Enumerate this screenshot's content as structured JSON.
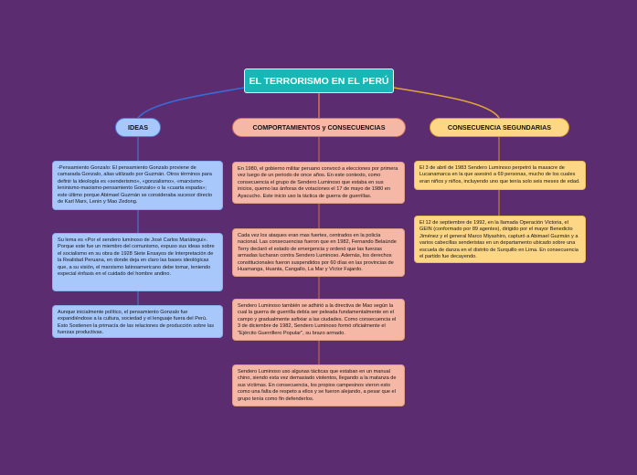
{
  "colors": {
    "background": "#5b2c6f",
    "root": "#18b6b5",
    "ideas": "#a8c8fb",
    "ideas_link": "#3a6bd8",
    "comportamientos": "#f5b7a6",
    "comportamientos_link": "#d0715b",
    "consecuencias": "#fdd786",
    "consecuencias_link": "#e0a53a"
  },
  "root": {
    "title": "EL TERRORISMO EN EL PERÚ"
  },
  "branches": [
    {
      "label": "IDEAS",
      "cards": [
        "-Pensamiento Gonzalo: El pensamiento Gonzalo proviene de camarada Gonzalo, alias utilizado por Guzmán. Otros términos para definir la ideología es «senderismo», «gonzalismo», «marxismo-leninismo-maoismo-pensamiento Gonzalo» o la «cuarta espada»; este último porque Abimael Guzmán se consideraba sucesor directo de Karl Marx, Lenin y Mao Zedong.",
        "Su lema es «Por el sendero luminoso de José Carlos Mariátegui». Porque este fue un miembro del comunismo, expuso sus ideas sobre el socialismo en su obra de 1928 Siete Ensayos de Interpretación de la Realidad Peruana, en donde deja en claro las bases ideológicas que, a su visión, el marxismo latinoamericano debe tomar, teniendo especial énfasis en el cuidado del hombre andino.",
        "Aunque inicialmente político, el pensamiento Gonzalo fue expandiéndose a la cultura, sociedad y el lenguaje fuera del Perú. Esto Sostienen la primacía de las relaciones de producción sobre las fuerzas productivas."
      ]
    },
    {
      "label": "COMPORTAMIENTOS y CONSECUENCIAS",
      "cards": [
        "En 1980, el gobierno militar peruano convocó a elecciones por primera vez luego de un periodo de once años. En este contexto, como consecuencia el grupo de Sendero Luminoso que estaba en sus inicios, quemo las ánforas de votaciones el 17 de mayo de 1980 en Ayacucho. Este inicio uso la táctica de guerra de guerrillas.",
        "Cada vez los ataques eran mas fuertes, centrados en la policía nacional. Las consecuencias fueron que  en 1982, Fernando Belaúnde Terry declaró el estado de emergencia y ordenó que las fuerzas armadas lucharan contra Sendero Luminoso. Además, los derechos constitucionales fueron suspendidos por 60 días en las provincias de Huamanga, Huanta, Cangallo, La Mar y Víctor Fajardo.",
        "Sendero Luminoso también se adhirió a la directiva de Mao según la cual la guerra de guerrilla debía ser peleada fundamentalmente en el campo y gradualmente asfixiar a las ciudades. Como consecuencia el 3 de diciembre de 1982, Sendero Luminoso formó oficialmente el \"Ejército Guerrillero Popular\", su brazo armado.",
        "Sendero Luminoso uso algunas tácticas que estaban en un manual chino, siendo esta vez demasiado violentos, llegando a la matanza de sus víctimas. En consecuencia, los propios campesinos vieron esto como una falta de respeto a ellos y se fueron alejando, a pesar que el grupo tenía como fin defenderlos."
      ]
    },
    {
      "label": "CONSECUENCIA SEGUNDARIAS",
      "cards": [
        "El 3 de abril de 1983 Sendero Luminoso perpetró la masacre de Lucanamarca en la que asesinó a 69 personas, mucho de los cuales eran niños y niños, incluyendo uno que tenía solo seis meses de edad.",
        "El 12 de septiembre de 1992, en la llamada Operación Victoria, el GEIN (conformado por 89 agentes), dirigido por el mayor Benedicto Jiménez y el general Marco Miyashiro, capturó a Abimael Guzmán y a varios cabecillas senderistas en un departamento ubicado sobre una escuela de danza en el distrito de Surquillo en Lima. En consecuencia el partido fue decayendo."
      ]
    }
  ]
}
